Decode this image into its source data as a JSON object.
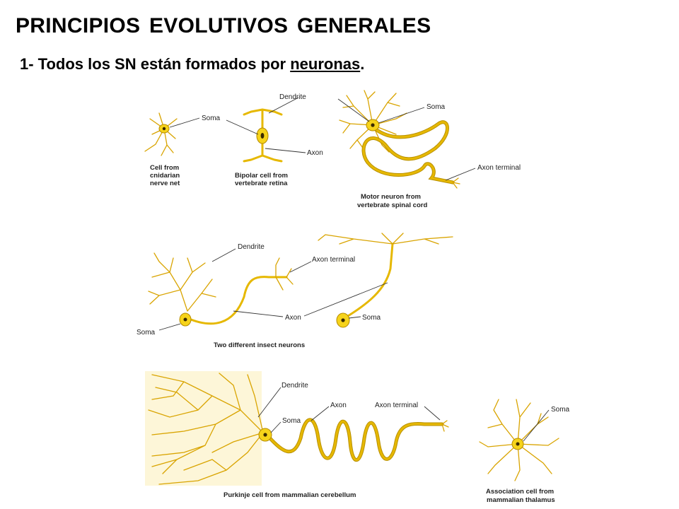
{
  "header": {
    "title": "PRINCIPIOS EVOLUTIVOS GENERALES",
    "subtitle_prefix": "1- Todos los SN están formados por ",
    "subtitle_keyword": "neuronas",
    "subtitle_suffix": "."
  },
  "figure": {
    "labels": {
      "soma": "Soma",
      "dendrite": "Dendrite",
      "axon": "Axon",
      "axon_terminal": "Axon terminal"
    },
    "captions": {
      "cnidarian": [
        "Cell from",
        "cnidarian",
        "nerve net"
      ],
      "bipolar": [
        "Bipolar cell from",
        "vertebrate retina"
      ],
      "motor": [
        "Motor neuron from",
        "vertebrate spinal cord"
      ],
      "insect": [
        "Two different insect neurons"
      ],
      "purkinje": [
        "Purkinje cell from mammalian cerebellum"
      ],
      "association": [
        "Association cell from",
        "mammalian thalamus"
      ]
    },
    "colors": {
      "neuron_fill": "#f6d31a",
      "neuron_stroke": "#d9a400"
    }
  }
}
